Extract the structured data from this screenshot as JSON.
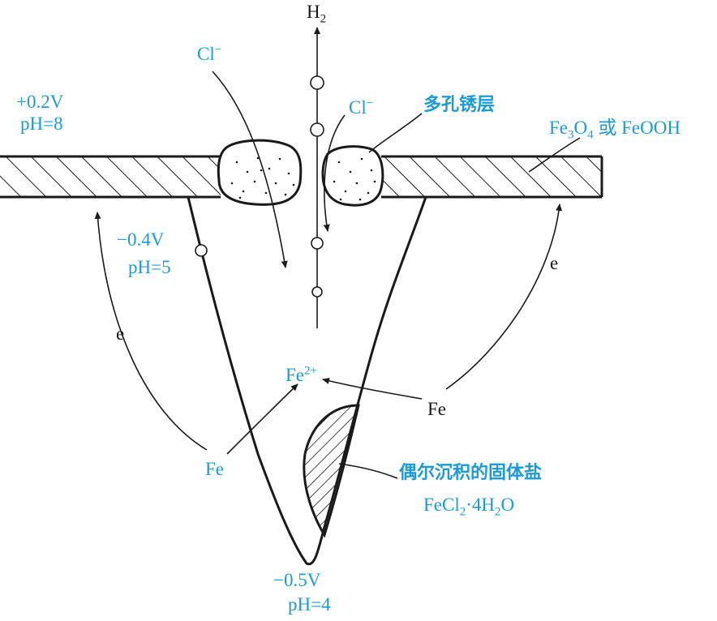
{
  "colors": {
    "label": "#1a9bd7",
    "ink": "#1a1a1a"
  },
  "labels": {
    "h2": {
      "main": "H",
      "sub": "2"
    },
    "cl_left": {
      "main": "Cl",
      "sup": "−"
    },
    "cl_right": {
      "main": "Cl",
      "sup": "−"
    },
    "porous_rust": "多孔锈层",
    "surface_potential": "+0.2V",
    "surface_ph": "pH=8",
    "oxide": {
      "a": "Fe",
      "a_sub": "3",
      "b": "O",
      "b_sub": "4",
      "c": " 或 FeOOH"
    },
    "mid_potential": "−0.4V",
    "mid_ph": "pH=5",
    "e_left": "e",
    "e_right": "e",
    "fe2plus": {
      "main": "Fe",
      "sup": "2+"
    },
    "fe_right": "Fe",
    "fe_left": "Fe",
    "salt_title": "偶尔沉积的固体盐",
    "salt_formula": {
      "a": "FeCl",
      "a_sub": "2",
      "b": "·4H",
      "b_sub": "2",
      "c": "O"
    },
    "bottom_potential": "−0.5V",
    "bottom_ph": "pH=4"
  }
}
